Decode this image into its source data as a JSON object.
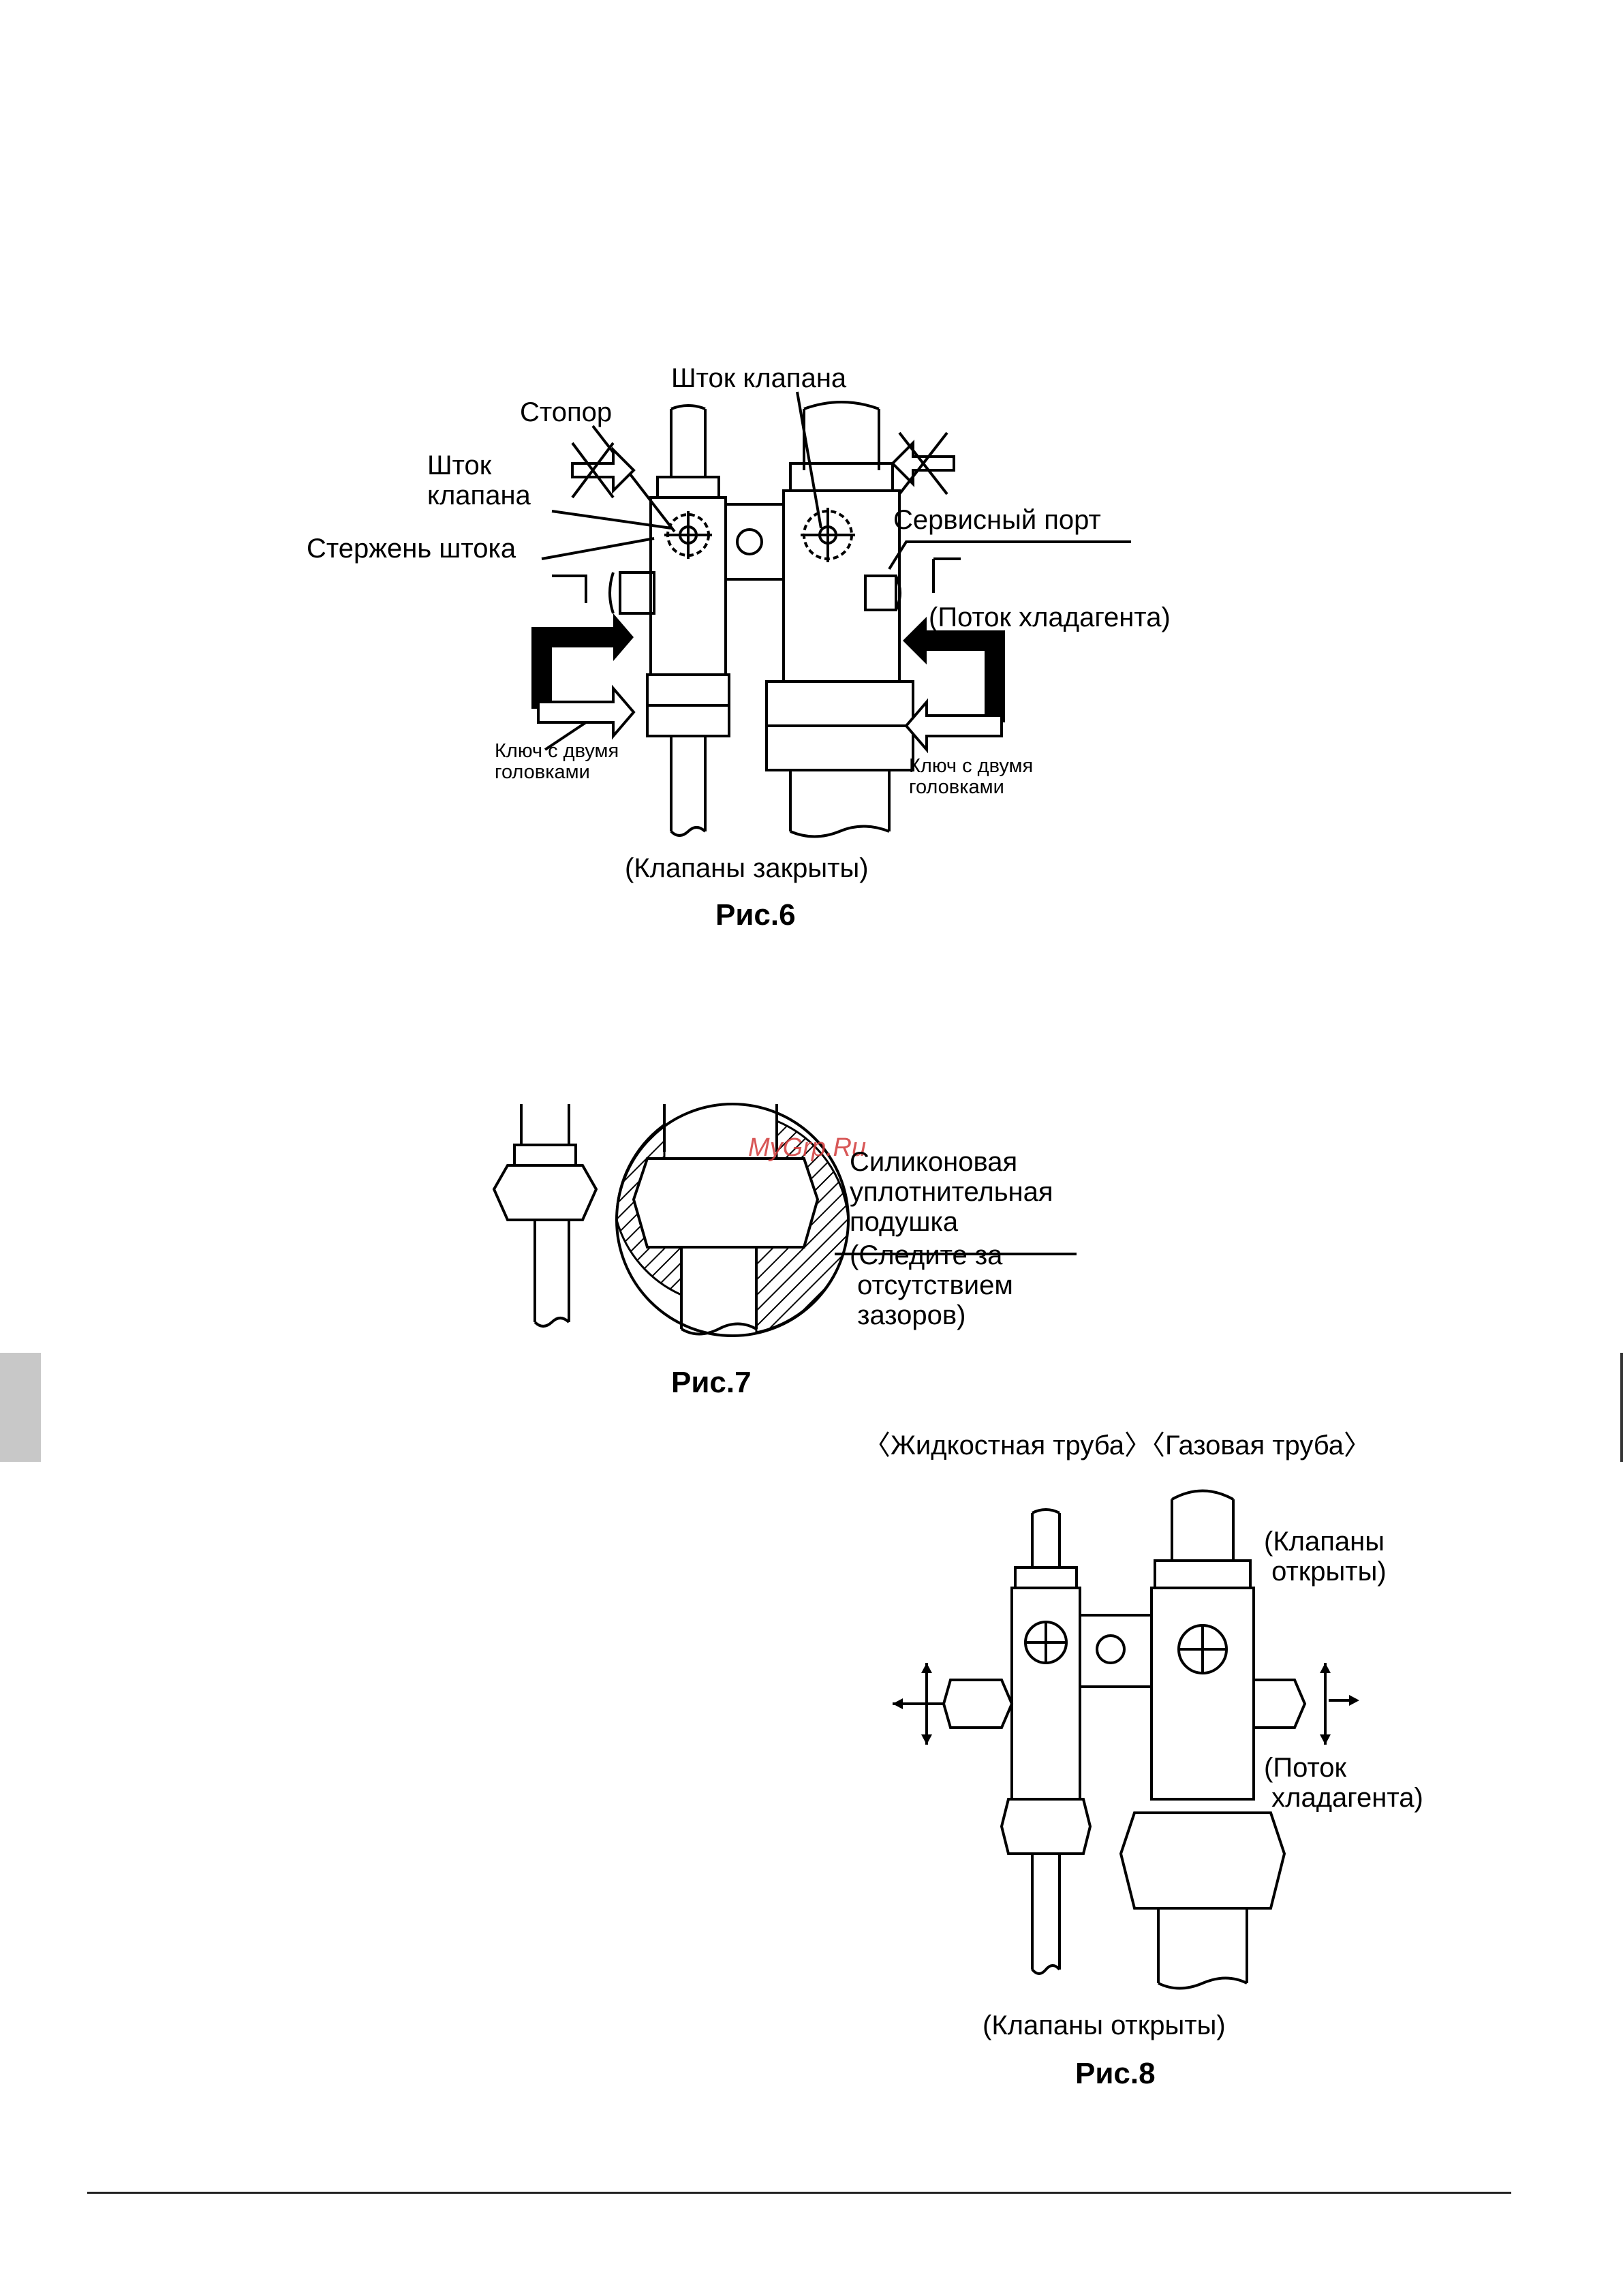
{
  "fig6": {
    "caption": "Рис.6",
    "state": "(Клапаны закрыты)",
    "labels": {
      "stem_top": "Шток клапана",
      "stopper": "Стопор",
      "stem_left": "Шток\nклапана",
      "rod": "Стержень штока",
      "service_port": "Сервисный порт",
      "flow": "(Поток хладагента)",
      "wrench_left": "Ключ с двумя\nголовками",
      "wrench_right": "Ключ с двумя\nголовками"
    }
  },
  "fig7": {
    "caption": "Рис.7",
    "watermark": "MyGrp.Ru",
    "pad": "Силиконовая\nуплотнительная\nподушка",
    "note": "(Следите за\n отсутствием\n зазоров)"
  },
  "fig8": {
    "caption": "Рис.8",
    "state": "(Клапаны открыты)",
    "header": "〈Жидкостная труба〉〈Газовая труба〉",
    "open": "(Клапаны\n открыты)",
    "flow": "(Поток\n хладагента)"
  }
}
